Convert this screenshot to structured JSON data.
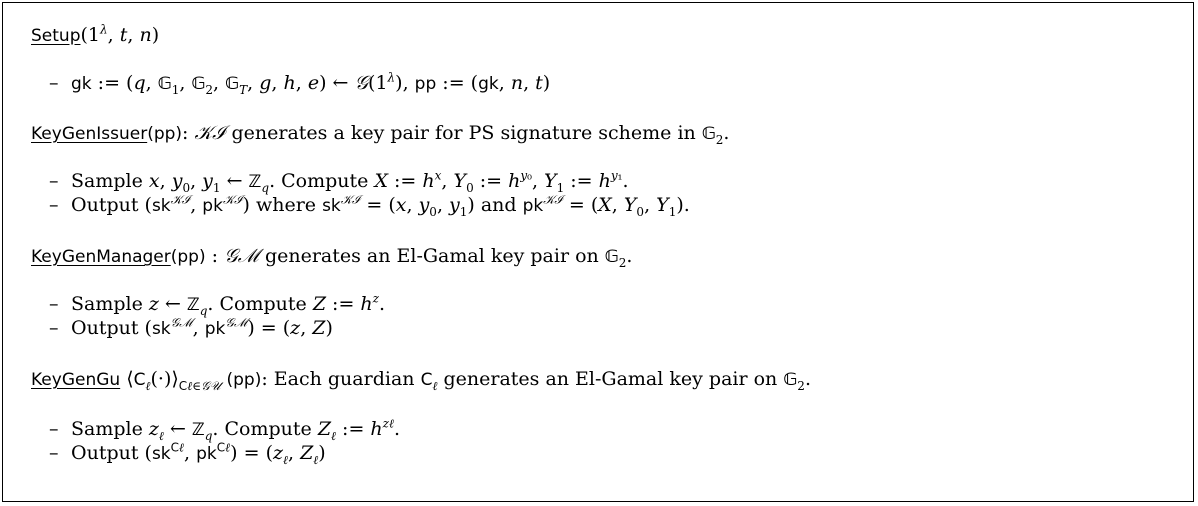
{
  "setup": {
    "name": "Setup",
    "args": "(1λ, t, n)",
    "steps": [
      "gk := (q, 𝔾1, 𝔾2, 𝔾T, g, h, e) ← 𝒢(1λ), pp := (gk, n, t)"
    ]
  },
  "key_gen_issuer": {
    "name": "KeyGenIssuer",
    "args": "(pp)",
    "description": ": 𝒦ℐ generates a key pair for PS signature scheme in 𝔾2.",
    "steps": [
      "Sample x, y0, y1 ← ℤq. Compute X := h^x, Y0 := h^y0, Y1 := h^y1.",
      "Output (sk^𝒦ℐ, pk^𝒦ℐ) where sk^𝒦ℐ = (x, y0, y1) and pk^𝒦ℐ = (X, Y0, Y1)."
    ]
  },
  "key_gen_manager": {
    "name": "KeyGenManager",
    "args": "(pp)",
    "description": " : 𝒢ℳ generates an El-Gamal key pair on 𝔾2.",
    "steps": [
      "Sample z ← ℤq. Compute Z := h^z.",
      "Output (sk^𝒢ℳ, pk^𝒢ℳ) = (z, Z)"
    ]
  },
  "key_gen_gu": {
    "name": "KeyGenGu",
    "args": "⟨Cℓ(·)⟩Cℓ∈𝒢𝒰 (pp)",
    "description": ": Each guardian Cℓ generates an El-Gamal key pair on 𝔾2.",
    "steps": [
      "Sample zℓ ← ℤq. Compute Zℓ := h^zℓ.",
      "Output (sk^Cℓ, pk^Cℓ) = (zℓ, Zℓ)"
    ]
  }
}
